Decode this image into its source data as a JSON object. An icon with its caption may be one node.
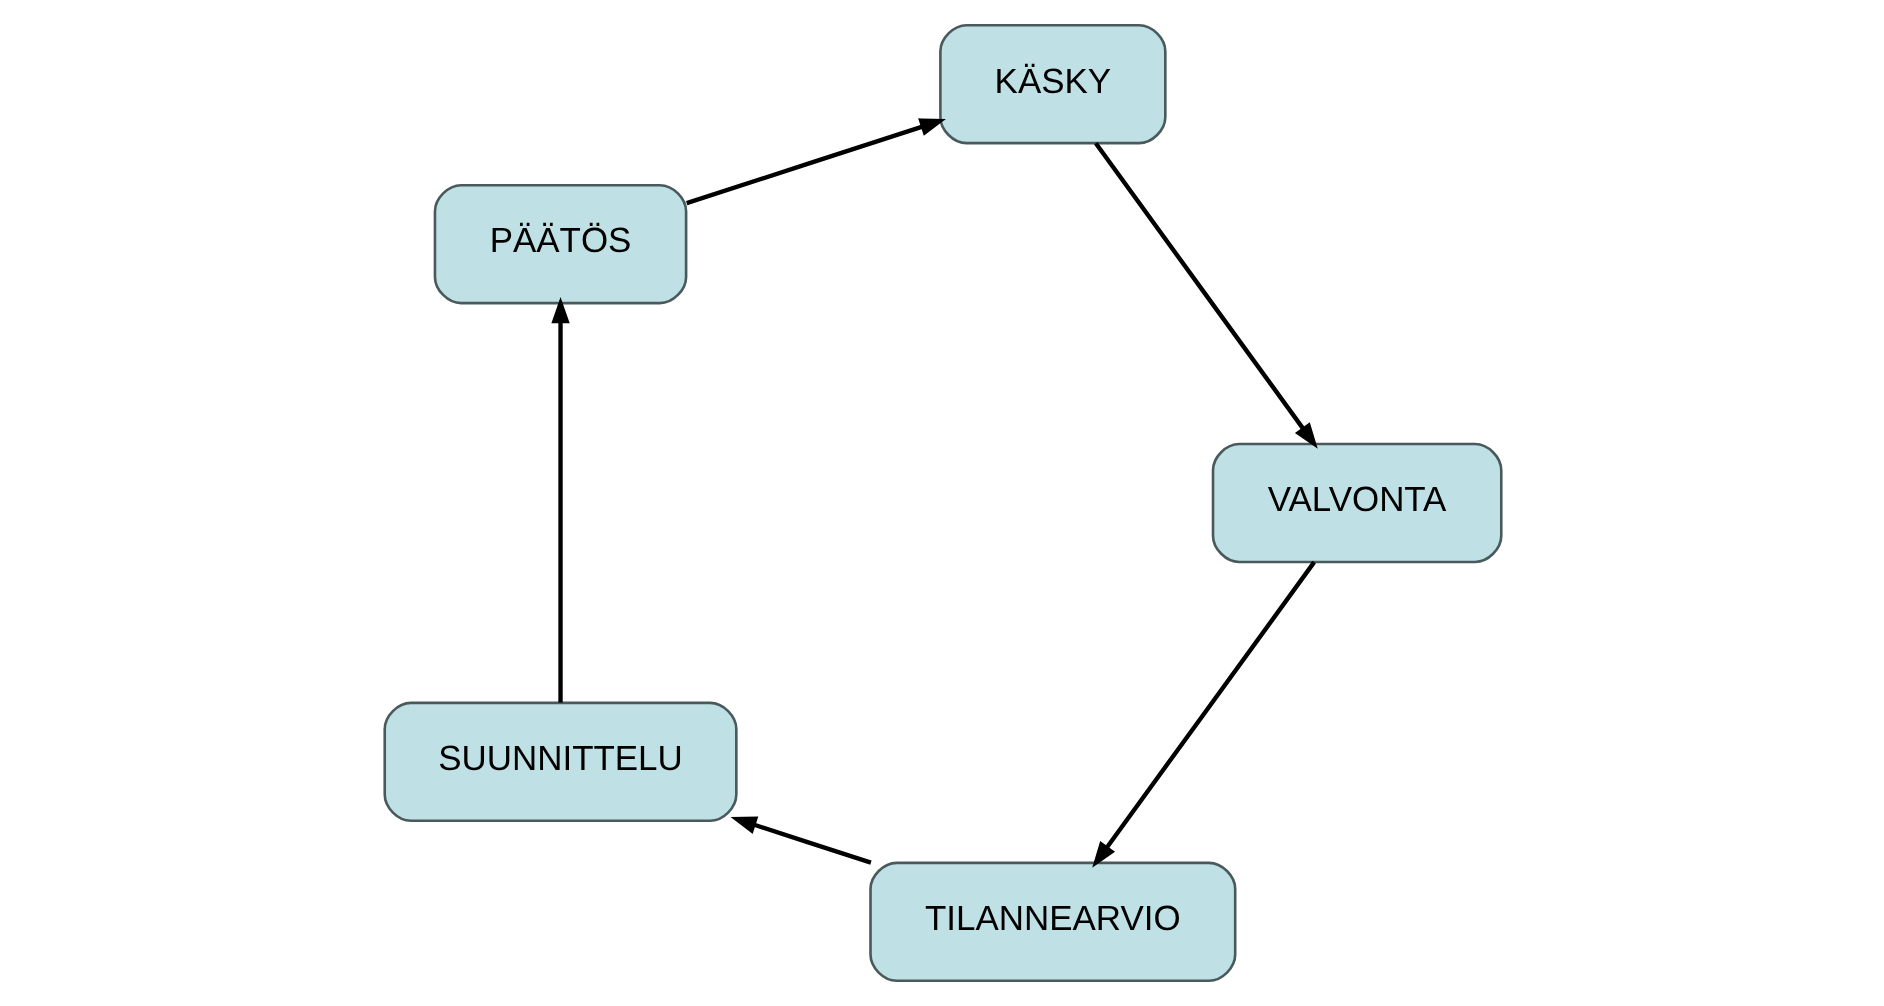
{
  "diagram": {
    "nodes": [
      {
        "text": [
          "TILANNEARVIO"
        ]
      },
      {
        "text": [
          "SUUNNITTELU"
        ]
      },
      {
        "text": [
          "PÄÄTÖS"
        ]
      },
      {
        "text": [
          "KÄSKY"
        ]
      },
      {
        "text": [
          "VALVONTA"
        ]
      }
    ],
    "edges": [
      {
        "from": 0,
        "to": 1,
        "arrow": "to"
      },
      {
        "from": 1,
        "to": 2,
        "arrow": "to"
      },
      {
        "from": 2,
        "to": 3,
        "arrow": "to"
      },
      {
        "from": 3,
        "to": 4,
        "arrow": "to"
      },
      {
        "from": 4,
        "to": 0,
        "arrow": "to"
      }
    ]
  }
}
